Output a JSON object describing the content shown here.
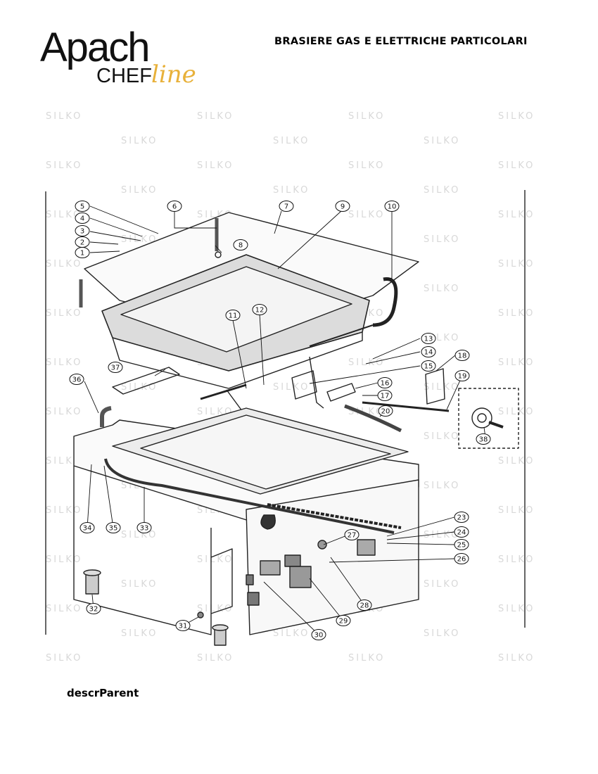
{
  "header": {
    "logo_apach": "Apach",
    "logo_chef": "CHEF",
    "logo_line": "line",
    "title": "BRASIERE GAS E ELETTRICHE PARTICOLARI"
  },
  "watermark_text": "SILKO",
  "diagram": {
    "callouts": [
      "1",
      "2",
      "3",
      "4",
      "5",
      "6",
      "7",
      "8",
      "9",
      "10",
      "11",
      "12",
      "13",
      "14",
      "15",
      "16",
      "17",
      "18",
      "19",
      "20",
      "23",
      "24",
      "25",
      "26",
      "27",
      "28",
      "29",
      "30",
      "31",
      "32",
      "33",
      "34",
      "35",
      "36",
      "37",
      "38"
    ]
  },
  "footer": {
    "description": "descrParent"
  }
}
